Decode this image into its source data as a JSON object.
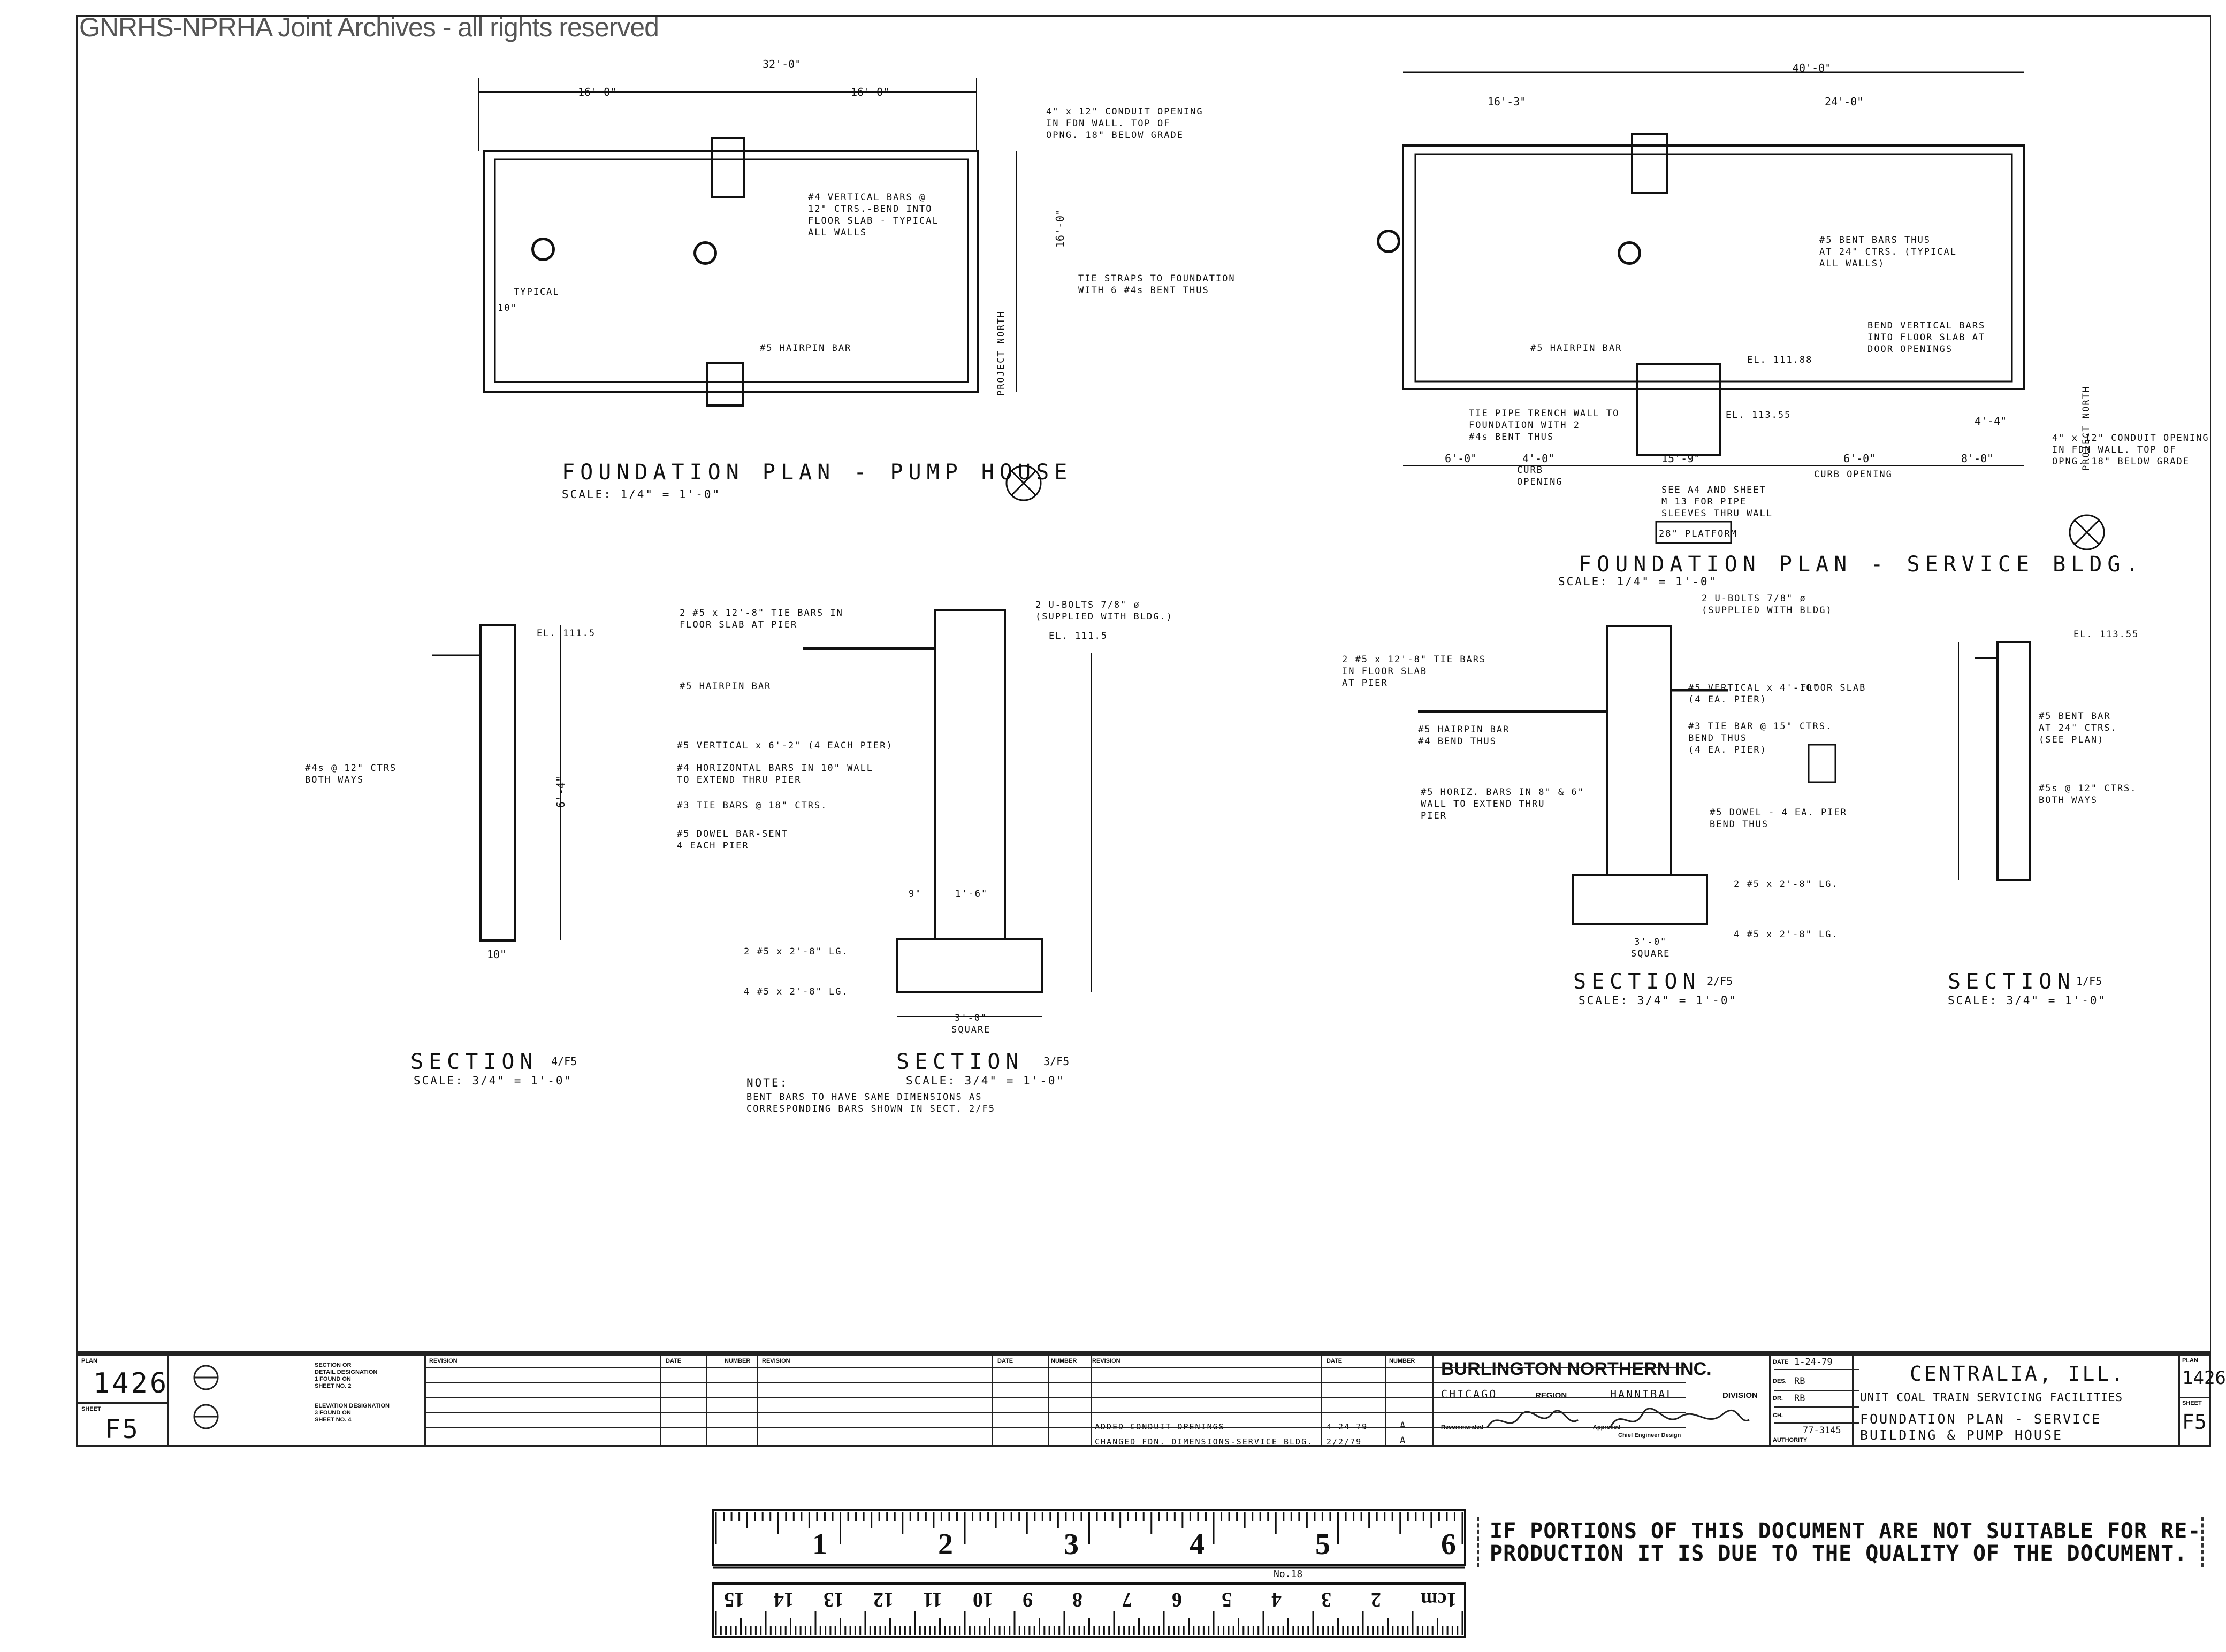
{
  "watermark": "GNRHS-NPRHA Joint Archives - all rights reserved",
  "plans": {
    "pump_house": {
      "title": "FOUNDATION PLAN - PUMP HOUSE",
      "scale": "SCALE: 1/4\" = 1'-0\"",
      "dims": {
        "overall": "32'-0\"",
        "left": "16'-0\"",
        "right": "16'-0\"",
        "depth": "16'-0\"",
        "typical": "TYPICAL",
        "ten": "10\""
      },
      "notes": {
        "conduit": "4\" x 12\" CONDUIT OPENING\nIN FDN WALL. TOP OF\nOPNG. 18\" BELOW GRADE",
        "vertical_bars": "#4 VERTICAL BARS @\n12\" CTRS.-BEND INTO\nFLOOR SLAB - TYPICAL\nALL WALLS",
        "tie_straps": "TIE STRAPS TO FOUNDATION\nWITH 6 #4s BENT THUS",
        "hairpin": "#5 HAIRPIN BAR"
      },
      "north_label": "PROJECT NORTH"
    },
    "service_bldg": {
      "title": "FOUNDATION PLAN - SERVICE BLDG.",
      "scale": "SCALE: 1/4\" = 1'-0\"",
      "dims": {
        "overall": "40'-0\"",
        "left": "16'-3\"",
        "right": "24'-0\"",
        "b1": "6'-0\"",
        "b2": "4'-0\"",
        "b3": "15'-9\"",
        "b4": "6'-0\"",
        "b5": "8'-0\"",
        "b6": "4'-4\""
      },
      "notes": {
        "bent_bars": "#5 BENT BARS THUS\nAT 24\" CTRS. (TYPICAL\nALL WALLS)",
        "bend_vertical": "BEND VERTICAL BARS\nINTO FLOOR SLAB AT\nDOOR OPENINGS",
        "hairpin": "#5 HAIRPIN BAR",
        "el1": "EL. 111.88",
        "el2": "EL. 113.55",
        "pipe_trench": "TIE PIPE TRENCH WALL TO\nFOUNDATION WITH 2\n#4s BENT THUS",
        "curb1": "CURB\nOPENING",
        "curb2": "CURB OPENING",
        "see_sheet": "SEE A4 AND SHEET\nM 13 FOR PIPE\nSLEEVES THRU WALL",
        "platform": "28\" PLATFORM",
        "conduit": "4\" x 12\" CONDUIT OPENING\nIN FDN WALL. TOP OF\nOPNG. 18\" BELOW GRADE"
      },
      "north_label": "PROJECT NORTH"
    }
  },
  "sections": {
    "s4": {
      "label": "SECTION",
      "ref": "4/F5",
      "scale": "SCALE: 3/4\" = 1'-0\"",
      "notes": {
        "bars": "#4s @ 12\" CTRS\nBOTH WAYS",
        "el": "EL. 111.5",
        "width": "10\"",
        "height": "6'-4\""
      }
    },
    "s3": {
      "label": "SECTION",
      "ref": "3/F5",
      "scale": "SCALE: 3/4\" = 1'-0\"",
      "notes": {
        "tie_bars": "2 #5 x 12'-8\" TIE BARS IN\nFLOOR SLAB AT PIER",
        "ubolts": "2 U-BOLTS 7/8\" ø\n(SUPPLIED WITH BLDG.)",
        "el": "EL. 111.5",
        "hairpin": "#5 HAIRPIN BAR",
        "vertical": "#5 VERTICAL x 6'-2\" (4 EACH PIER)",
        "horizontal": "#4 HORIZONTAL BARS IN 10\" WALL\nTO EXTEND THRU PIER",
        "tie": "#3 TIE BARS @ 18\" CTRS.",
        "dowel": "#5 DOWEL BAR-SENT\n4 EACH PIER",
        "bars1": "2 #5 x 2'-8\" LG.",
        "bars2": "4 #5 x 2'-8\" LG.",
        "square": "3'-0\"\nSQUARE",
        "pier": "1'-6\"",
        "nine": "9\""
      },
      "note_title": "NOTE:",
      "note_body": "BENT BARS TO HAVE SAME DIMENSIONS AS\nCORRESPONDING BARS SHOWN IN SECT. 2/F5"
    },
    "s2": {
      "label": "SECTION",
      "ref": "2/F5",
      "scale": "SCALE: 3/4\" = 1'-0\"",
      "notes": {
        "ubolts": "2 U-BOLTS 7/8\" ø\n(SUPPLIED WITH BLDG)",
        "tie_bars": "2 #5 x 12'-8\" TIE BARS\nIN FLOOR SLAB\nAT PIER",
        "vertical": "#5 VERTICAL x 4'-10\"\n(4 EA. PIER)",
        "floor_slab": "FLOOR SLAB",
        "tie_bar": "#3 TIE BAR @ 15\" CTRS.\nBEND THUS\n(4 EA. PIER)",
        "hairpin": "#5 HAIRPIN BAR\n#4 BEND THUS",
        "horiz": "#5 HORIZ. BARS IN 8\" & 6\"\nWALL TO EXTEND THRU\nPIER",
        "dowel": "#5 DOWEL - 4 EA. PIER\nBEND THUS",
        "bars1": "2 #5 x 2'-8\" LG.",
        "bars2": "4 #5 x 2'-8\" LG.",
        "square": "3'-0\"\nSQUARE"
      }
    },
    "s1": {
      "label": "SECTION",
      "ref": "1/F5",
      "scale": "SCALE: 3/4\" = 1'-0\"",
      "notes": {
        "el": "EL. 113.55",
        "bent": "#5 BENT BAR\nAT 24\" CTRS.\n(SEE PLAN)",
        "bars": "#5s @ 12\" CTRS.\nBOTH WAYS"
      }
    }
  },
  "title_block": {
    "plan_label": "PLAN",
    "plan_no": "1426",
    "sheet_label": "SHEET",
    "sheet_no": "F5",
    "legend1": "SECTION OR\nDETAIL DESIGNATION\n1 FOUND ON\nSHEET NO. 2",
    "legend2": "ELEVATION DESIGNATION\n3 FOUND ON\nSHEET NO. 4",
    "rev_header": [
      "REVISION",
      "DATE",
      "NUMBER",
      "REVISION",
      "DATE",
      "NUMBER",
      "REVISION",
      "DATE",
      "NUMBER"
    ],
    "revisions": [
      {
        "text": "ADDED CONDUIT OPENINGS",
        "date": "4-24-79",
        "num": "A"
      },
      {
        "text": "CHANGED FDN. DIMENSIONS-SERVICE BLDG.",
        "date": "2/2/79",
        "num": "A"
      }
    ],
    "company": "BURLINGTON NORTHERN INC.",
    "region_city": "CHICAGO",
    "region_label": "REGION",
    "division_city": "HANNIBAL",
    "division_label": "DIVISION",
    "recommended": "Recommended",
    "approved": "Approved",
    "chief": "Chief Engineer Design",
    "date_label": "DATE",
    "date_val": "1-24-79",
    "des_label": "DES.",
    "des_val": "RB",
    "dr_label": "DR.",
    "dr_val": "RB",
    "ch_label": "CH.",
    "authority_label": "AUTHORITY",
    "authority_val": "77-3145",
    "location": "CENTRALIA, ILL.",
    "desc1": "UNIT COAL TRAIN SERVICING FACILITIES",
    "desc2": "FOUNDATION PLAN - SERVICE",
    "desc3": "BUILDING & PUMP HOUSE",
    "plan_label_r": "PLAN",
    "plan_no_r": "1426",
    "sheet_label_r": "SHEET",
    "sheet_no_r": "F5"
  },
  "ruler": {
    "top_numbers": [
      "1",
      "2",
      "3",
      "4",
      "5",
      "6"
    ],
    "bottom_numbers": [
      "15",
      "14",
      "13",
      "12",
      "11",
      "10",
      "9",
      "8",
      "7",
      "6",
      "5",
      "4",
      "3",
      "2",
      "1cm"
    ],
    "label": "No.18"
  },
  "disclaimer": "IF PORTIONS OF THIS DOCUMENT ARE NOT SUITABLE FOR RE-\nPRODUCTION IT IS DUE TO THE QUALITY OF THE DOCUMENT."
}
